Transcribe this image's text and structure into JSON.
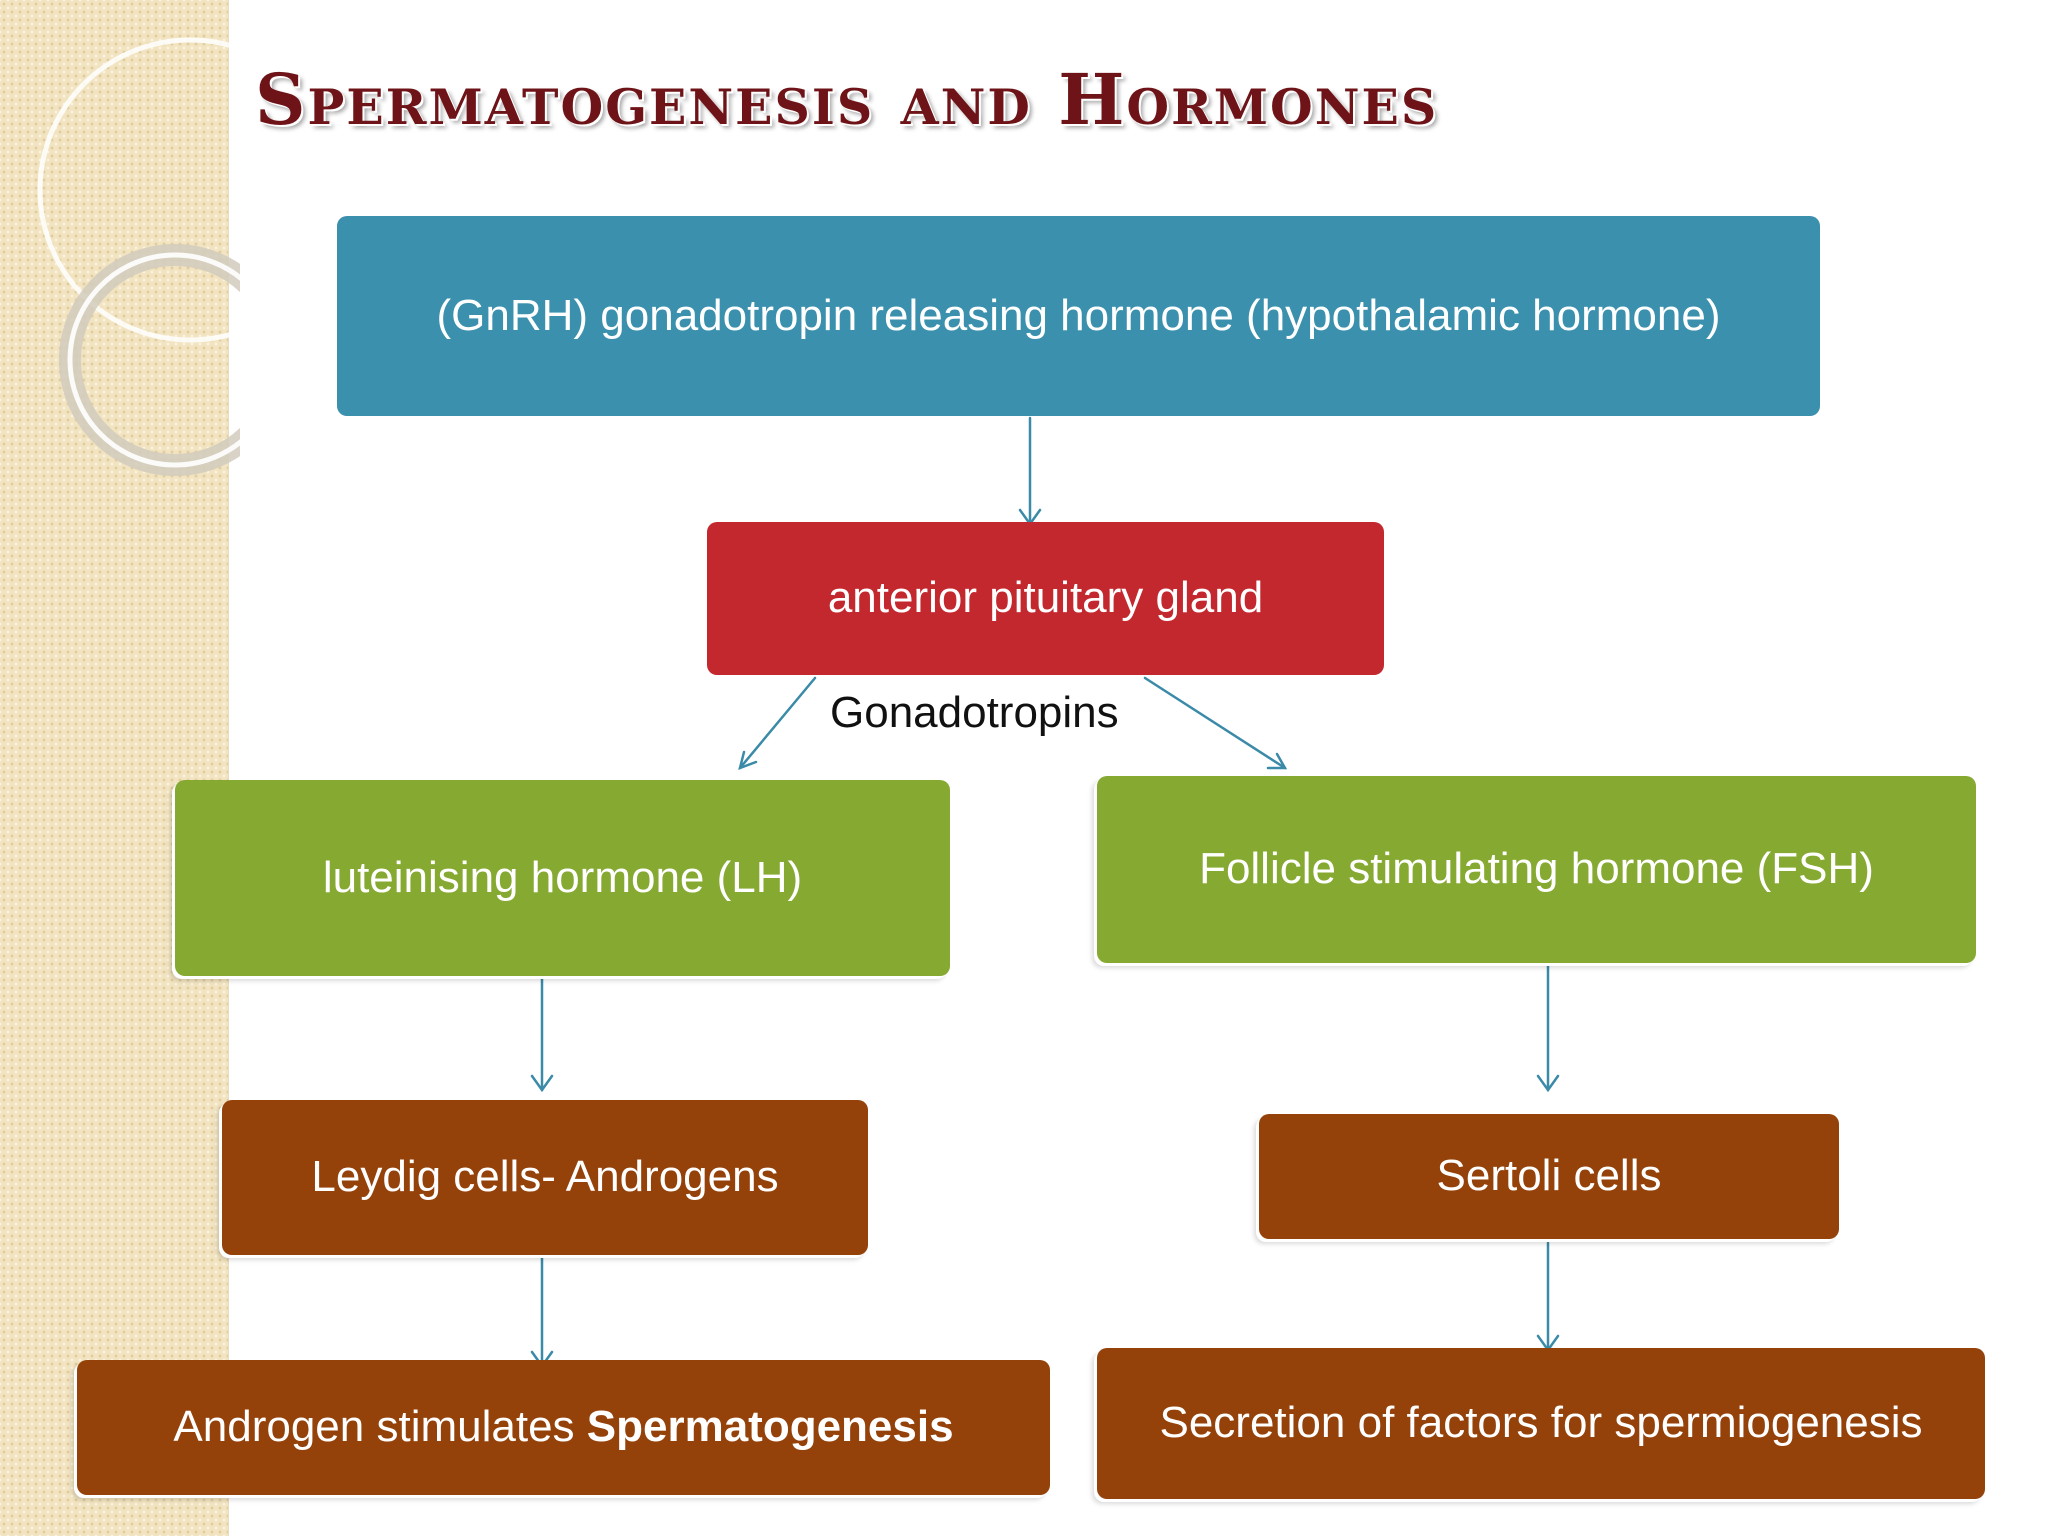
{
  "slide": {
    "title": "Spermatogenesis and Hormones"
  },
  "diagram": {
    "gnrh_box": "(GnRH) gonadotropin releasing hormone (hypothalamic hormone)",
    "pituitary_box": "anterior pituitary gland",
    "gonadotropins_label": "Gonadotropins",
    "lh_box": "luteinising hormone (LH)",
    "fsh_box": "Follicle stimulating hormone (FSH)",
    "leydig_box": "Leydig cells- Androgens",
    "sertoli_box": "Sertoli cells",
    "androgen_box": {
      "prefix": "Androgen stimulates ",
      "emphasis": "Spermatogenesis"
    },
    "secretion_box": "Secretion of factors for spermiogenesis"
  },
  "colors": {
    "title": "#6e1418",
    "blue_box": "#3a90ad",
    "red_box": "#c3282f",
    "green_box": "#86a932",
    "brown_box": "#94410a",
    "arrow": "#3a8aa8",
    "side_panel": "#f2e4c0"
  }
}
